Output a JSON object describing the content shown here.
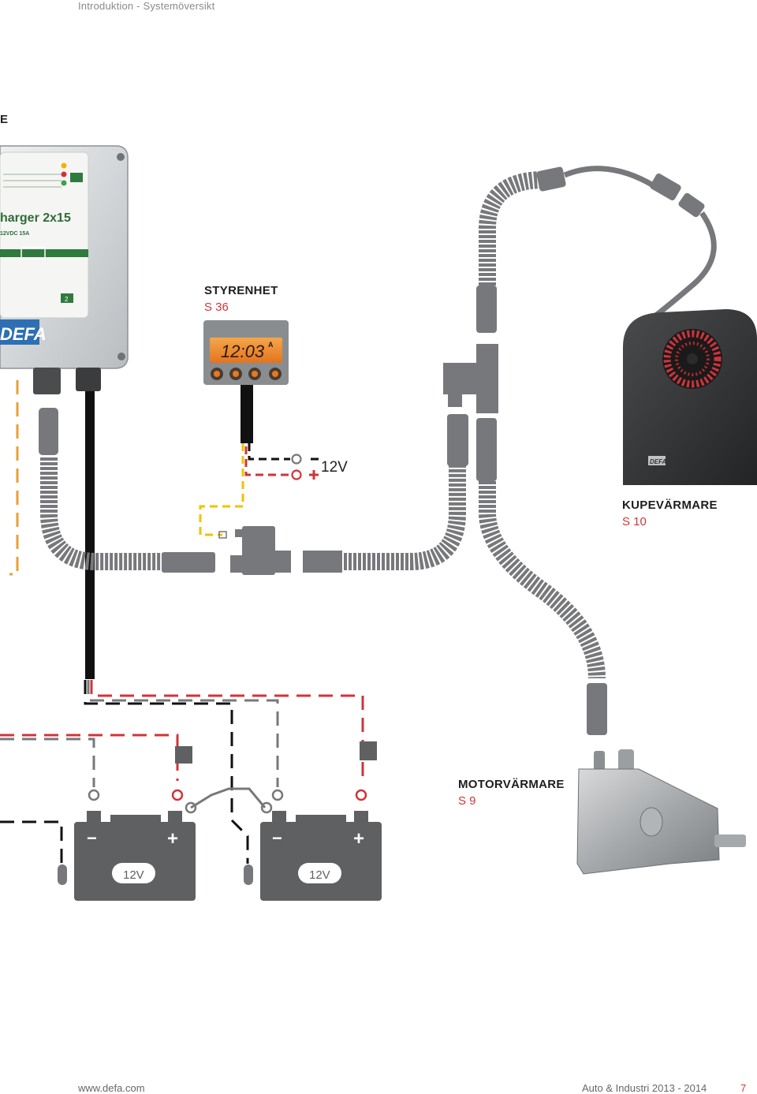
{
  "header": {
    "section": "Introduktion - Systemöversikt",
    "cut_text": "E"
  },
  "charger": {
    "model_text": "harger 2x15",
    "spec_text": "12VDC 15A",
    "brand": "DEFA",
    "channel_label": "2"
  },
  "control_unit": {
    "title": "STYRENHET",
    "code": "S 36",
    "display_time": "12:03",
    "display_unit": "A",
    "supply_label": "12V"
  },
  "cabin_heater": {
    "title": "KUPEVÄRMARE",
    "code": "S 10",
    "brand": "DEFA"
  },
  "engine_heater": {
    "title": "MOTORVÄRMARE",
    "code": "S 9"
  },
  "batteries": [
    {
      "label": "12V",
      "minus": "−",
      "plus": "+"
    },
    {
      "label": "12V",
      "minus": "−",
      "plus": "+"
    }
  ],
  "footer": {
    "url": "www.defa.com",
    "publication": "Auto & Industri 2013 - 2014",
    "page": "7"
  },
  "colors": {
    "cable": "#77787b",
    "wire_red": "#d0343b",
    "wire_yellow": "#f2c200",
    "wire_orange": "#e8a03a",
    "wire_black": "#111111",
    "battery": "#5f6062",
    "accent_text": "#d0343b"
  }
}
